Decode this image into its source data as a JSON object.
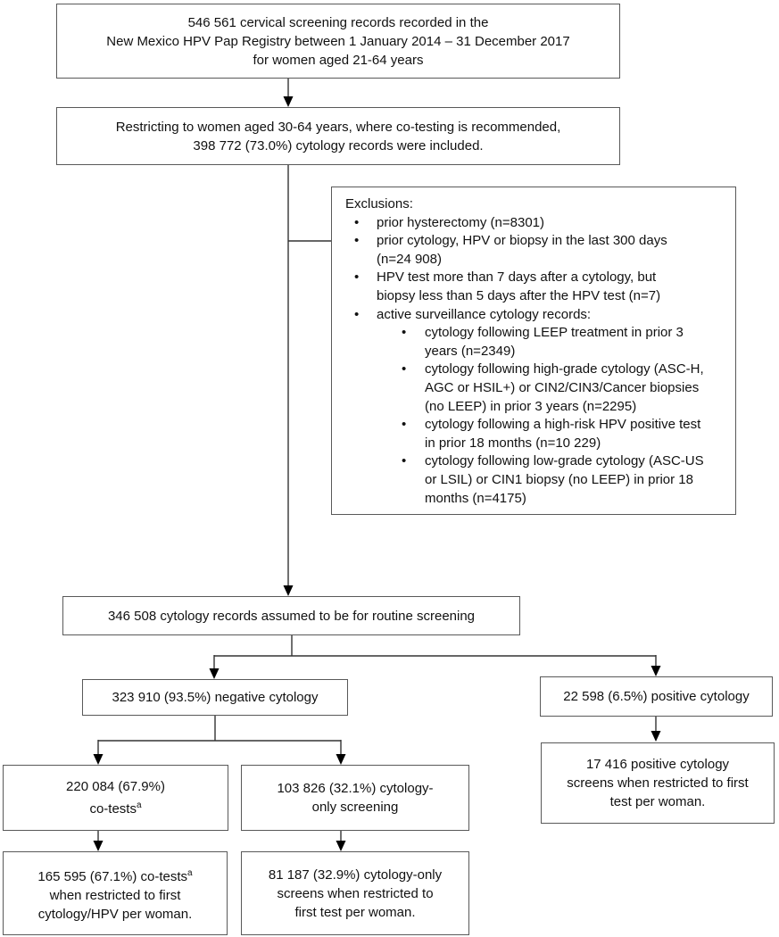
{
  "colors": {
    "background": "#ffffff",
    "box_border": "#595959",
    "connector_line": "#333333",
    "arrowhead": "#000000",
    "text": "#111111"
  },
  "boxes": {
    "source": {
      "lines": [
        "546 561 cervical screening records recorded in the",
        "New Mexico HPV Pap Registry between 1 January 2014 – 31 December 2017",
        "for women aged 21-64 years"
      ]
    },
    "restricted": {
      "lines": [
        "Restricting to women aged 30-64 years, where co-testing is recommended,",
        "398 772 (73.0%) cytology records were included."
      ]
    },
    "exclusions": {
      "title": "Exclusions:",
      "items": [
        {
          "lines": [
            "prior hysterectomy (n=8301)"
          ]
        },
        {
          "lines": [
            "prior cytology, HPV or biopsy in the last 300 days",
            "(n=24 908)"
          ]
        },
        {
          "lines": [
            "HPV test more than 7 days after a cytology, but",
            "biopsy less than 5 days after the HPV test (n=7)"
          ]
        },
        {
          "lines": [
            "active surveillance cytology records:"
          ]
        }
      ],
      "sub_items": [
        {
          "lines": [
            "cytology following LEEP treatment in prior 3",
            "years (n=2349)"
          ]
        },
        {
          "lines": [
            "cytology following high-grade cytology (ASC-H,",
            "AGC or HSIL+) or CIN2/CIN3/Cancer biopsies",
            "(no LEEP) in prior 3 years (n=2295)"
          ]
        },
        {
          "lines": [
            "cytology following a high-risk HPV positive test",
            "in prior 18 months (n=10 229)"
          ]
        },
        {
          "lines": [
            "cytology following low-grade cytology (ASC-US",
            "or LSIL) or CIN1 biopsy (no LEEP) in prior 18",
            "months (n=4175)"
          ]
        }
      ]
    },
    "routine": {
      "text": "346 508 cytology records assumed to be for routine screening"
    },
    "negative": {
      "text": "323 910 (93.5%) negative cytology"
    },
    "positive": {
      "text": "22 598 (6.5%) positive cytology"
    },
    "cotests": {
      "line1": "220 084 (67.9%)",
      "line2_text": "co-tests",
      "superscript": "a"
    },
    "cytology_only": {
      "lines": [
        "103 826 (32.1%) cytology-",
        "only screening"
      ]
    },
    "cotests_first": {
      "line1_text": "165 595 (67.1%) co-tests",
      "superscript": "a",
      "lines_rest": [
        "when restricted to first",
        "cytology/HPV per woman."
      ]
    },
    "cytology_only_first": {
      "lines": [
        "81 187 (32.9%) cytology-only",
        "screens when restricted to",
        "first test per woman."
      ]
    },
    "positive_first": {
      "lines": [
        "17 416 positive cytology",
        "screens when restricted to first",
        "test per woman."
      ]
    }
  }
}
